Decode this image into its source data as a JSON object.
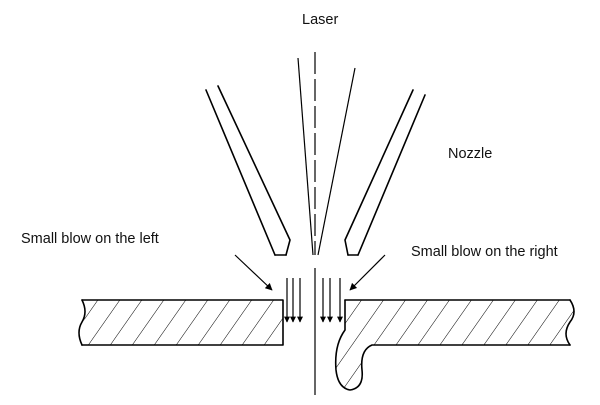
{
  "labels": {
    "laser": "Laser",
    "nozzle": "Nozzle",
    "small_blow_left": "Small blow on the left",
    "small_blow_right": "Small blow on the right"
  },
  "colors": {
    "line": "#000000",
    "background": "#ffffff"
  }
}
